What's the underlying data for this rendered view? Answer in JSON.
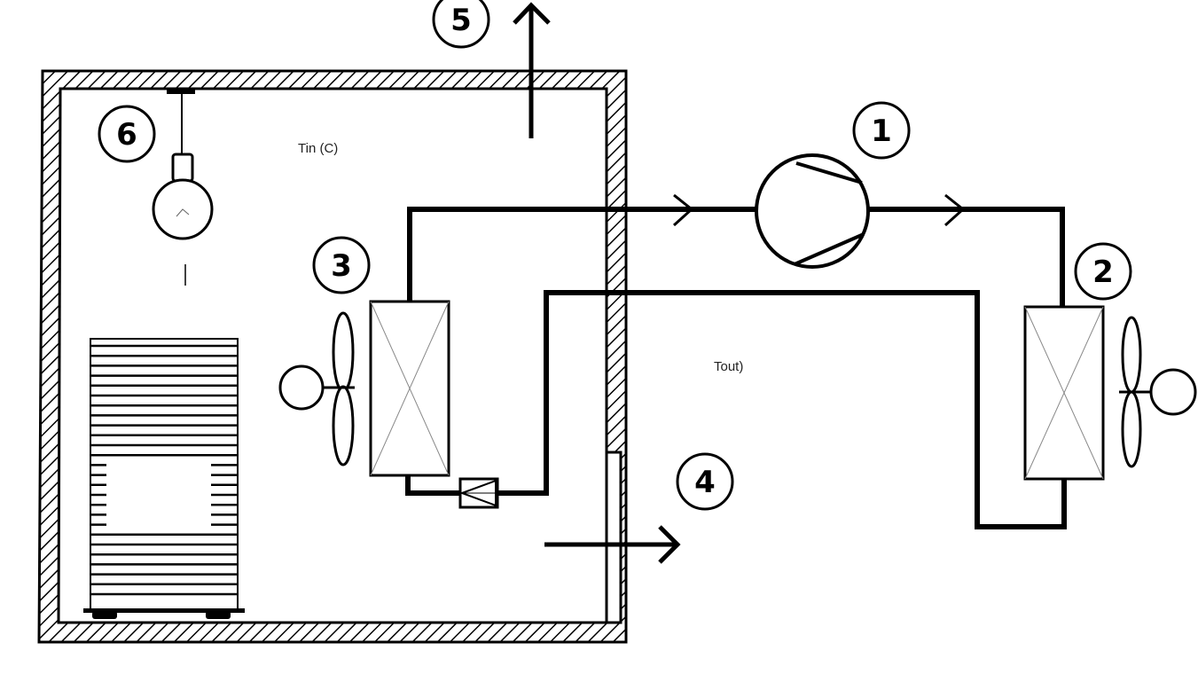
{
  "labels": {
    "compressor_number": "1",
    "condenser_number": "2",
    "evaporator_number": "3",
    "heat_loss_number": "4",
    "exhaust_number": "5",
    "lamp_number": "6",
    "indoor_temp": "Tin (C)",
    "outdoor_temp": "Tout)"
  },
  "colors": {
    "line": "#000000",
    "background": "#ffffff"
  }
}
